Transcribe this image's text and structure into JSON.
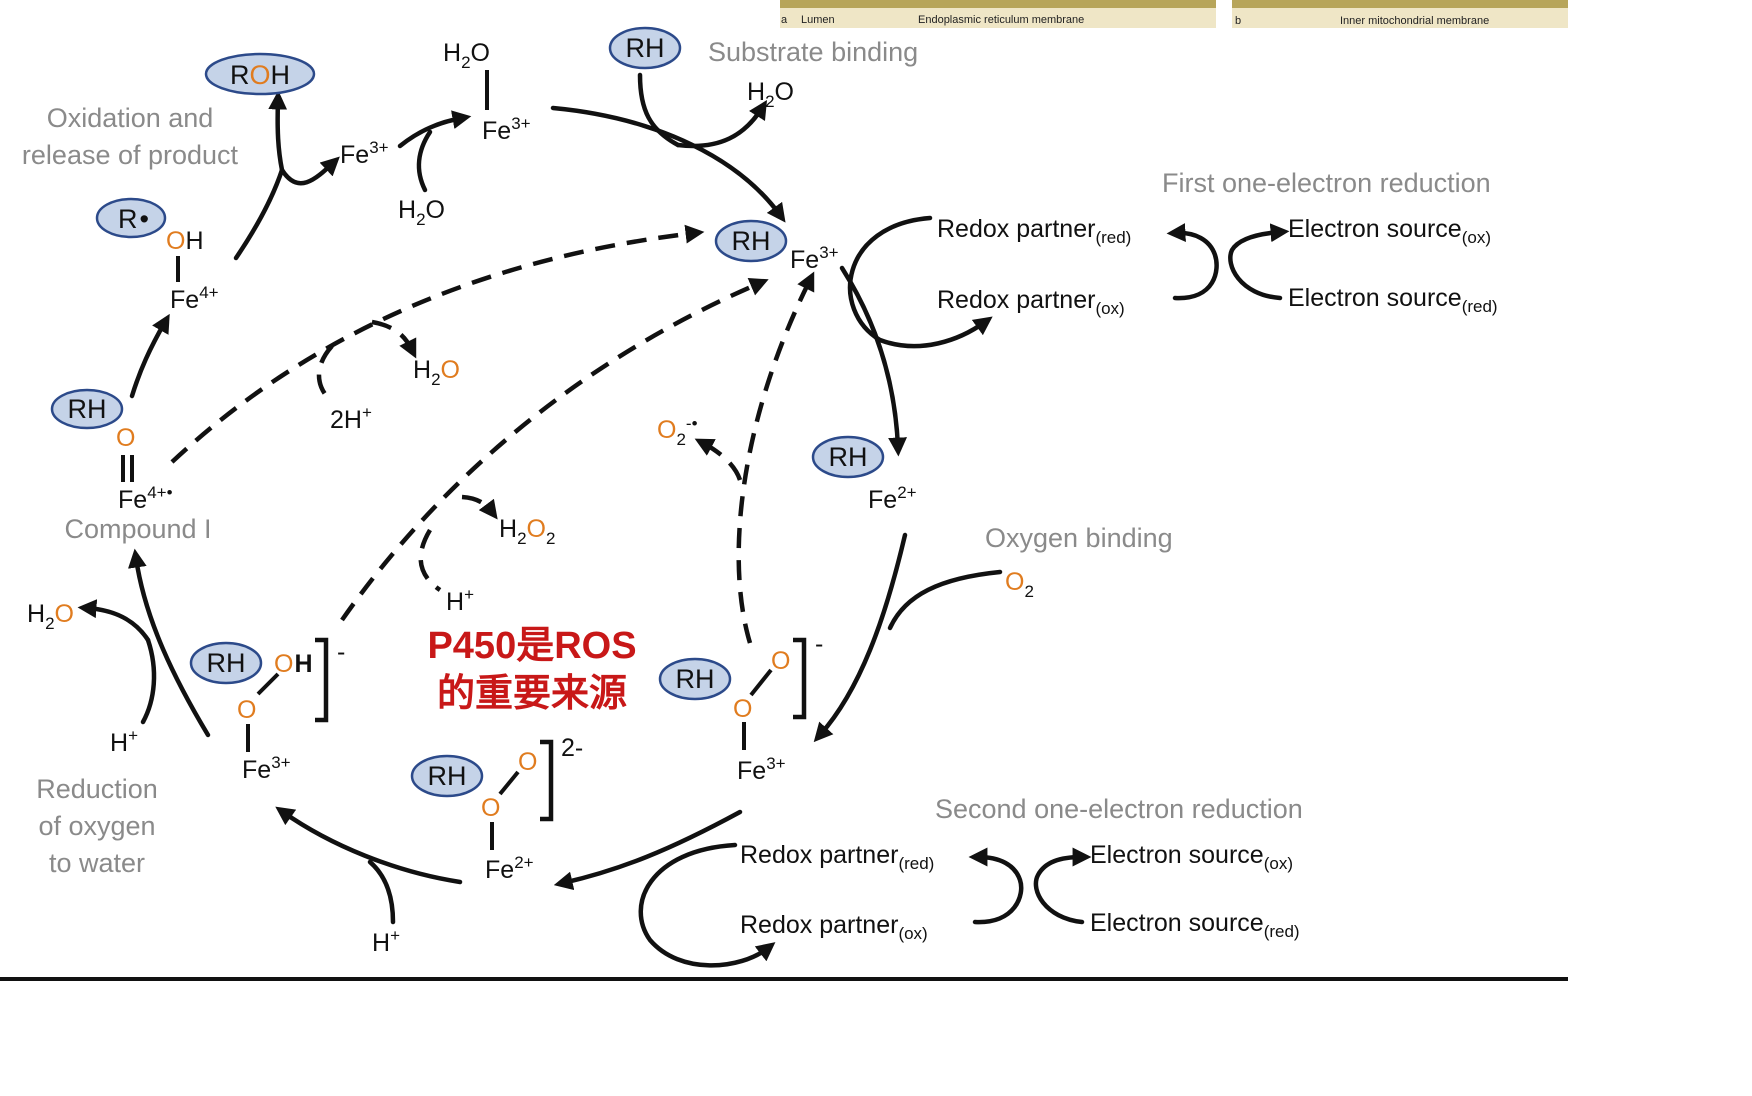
{
  "header_strip": {
    "panel_a": {
      "letter": "a",
      "lumen": "Lumen",
      "membrane": "Endoplasmic reticulum membrane"
    },
    "panel_b": {
      "letter": "b",
      "membrane": "Inner mitochondrial membrane"
    }
  },
  "stage_labels": {
    "substrate_binding": "Substrate binding",
    "first_reduction": "First one-electron reduction",
    "oxygen_binding": "Oxygen binding",
    "second_reduction": "Second one-electron reduction",
    "reduction_oxygen": [
      "Reduction",
      "of oxygen",
      "to water"
    ],
    "compound_i": "Compound I",
    "oxidation_release": [
      "Oxidation and",
      "release of product"
    ]
  },
  "species": {
    "rh": "RH",
    "roh": {
      "r": "R",
      "o": "O",
      "h": "H"
    },
    "r_radical": "R",
    "radical_dot": "•",
    "fe": "Fe",
    "ox_3": "3+",
    "ox_2": "2+",
    "ox_4": "4+",
    "ox_4_radical": "4+•",
    "o": "O",
    "h": "H",
    "h2o": {
      "h": "H",
      "two": "2",
      "o": "O"
    },
    "h2o2": {
      "h": "H",
      "two": "2",
      "o": "O"
    },
    "o2": {
      "o": "O",
      "two": "2"
    },
    "superoxide": {
      "o": "O",
      "two": "2",
      "charge": "-•"
    },
    "two_h_plus": {
      "base": "2H",
      "plus": "+"
    },
    "h_plus": {
      "base": "H",
      "plus": "+"
    },
    "charge_minus": "-",
    "charge_2minus": "2-"
  },
  "redox": {
    "partner": "Redox partner",
    "source": "Electron source",
    "red": "(red)",
    "ox": "(ox)"
  },
  "annotation": [
    "P450是ROS",
    "的重要来源"
  ],
  "colors": {
    "oxygen": "#e07c1f",
    "annotation": "#c81818",
    "ellipse_fill": "#c5d3e8",
    "ellipse_stroke": "#2c4a8a",
    "stage_label": "#8a8a8a"
  }
}
